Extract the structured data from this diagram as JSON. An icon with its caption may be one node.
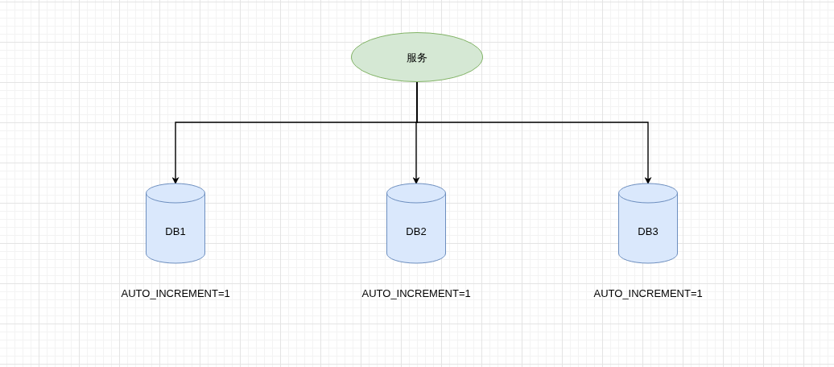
{
  "diagram": {
    "nodes": [
      {
        "text": [
          "服务"
        ]
      },
      {
        "text": [
          "DB1"
        ],
        "beside": [
          "AUTO_INCREMENT=1"
        ]
      },
      {
        "text": [
          "DB2"
        ],
        "beside": [
          "AUTO_INCREMENT=1"
        ]
      },
      {
        "text": [
          "DB3"
        ],
        "beside": [
          "AUTO_INCREMENT=1"
        ]
      }
    ],
    "edges": [
      {
        "from": 0,
        "to": 1,
        "arrow": "to"
      },
      {
        "from": 0,
        "to": 2,
        "arrow": "to"
      },
      {
        "from": 0,
        "to": 3,
        "arrow": "to"
      }
    ]
  }
}
